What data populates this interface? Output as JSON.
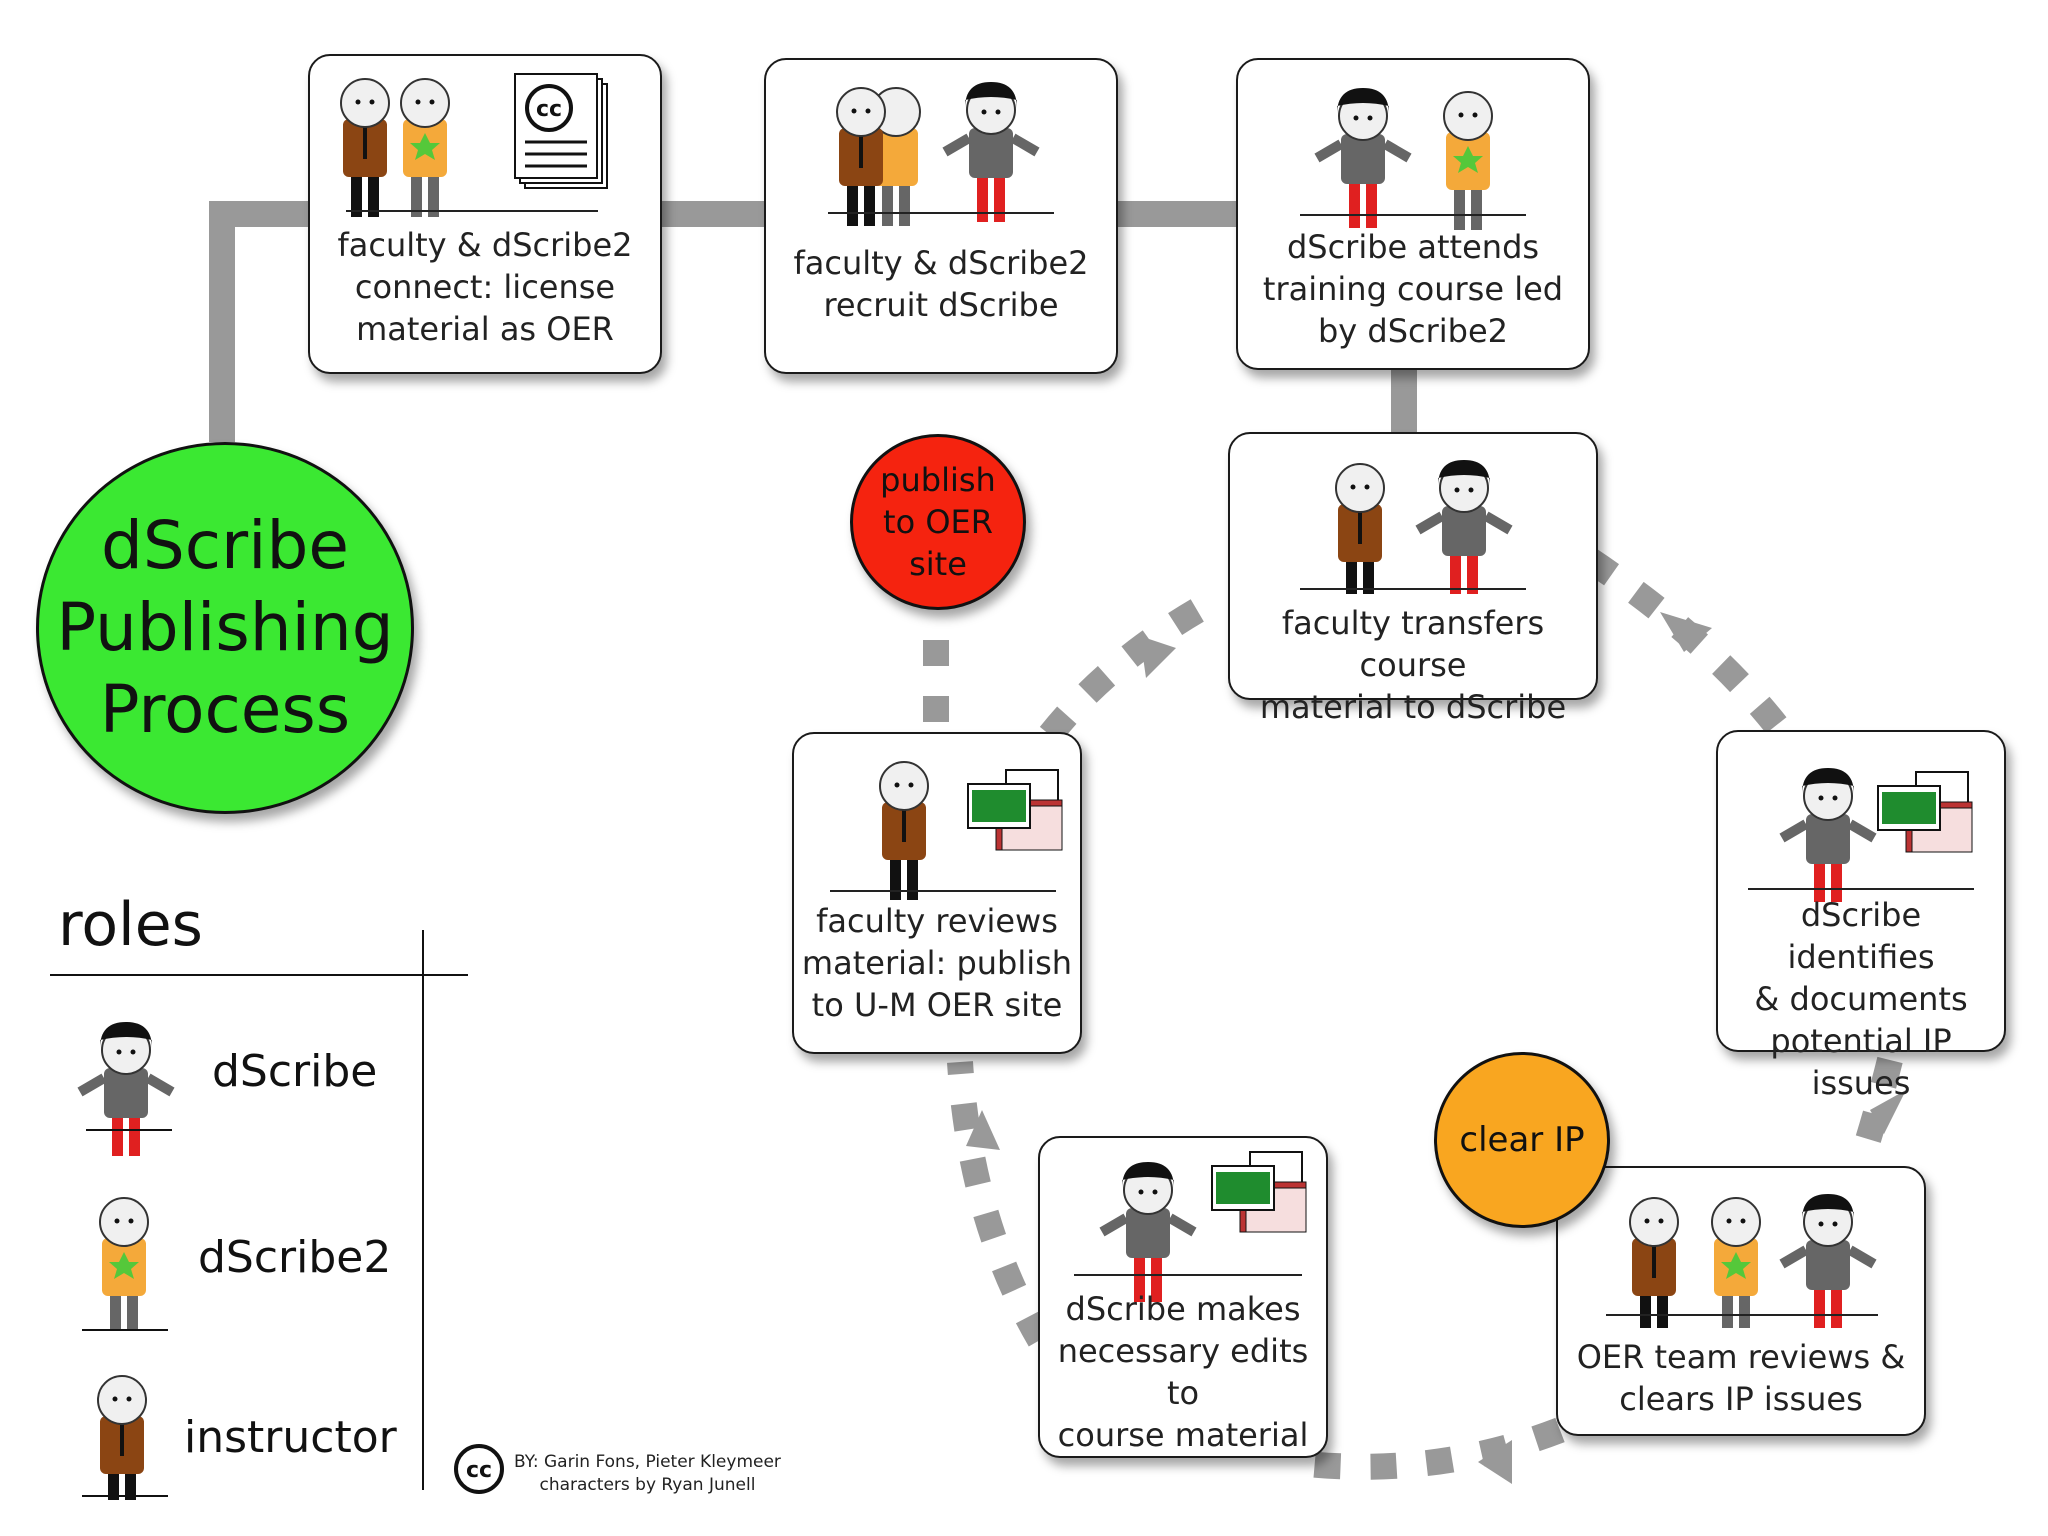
{
  "title": "dScribe\nPublishing\nProcess",
  "colors": {
    "title_bubble": "#3be832",
    "publish_bubble": "#f5230f",
    "clear_bubble": "#f9a620",
    "connector": "#999999"
  },
  "cards": {
    "connect": "faculty & dScribe2\nconnect: license\nmaterial as OER",
    "recruit": "faculty & dScribe2\nrecruit dScribe",
    "training": "dScribe attends\ntraining course led\nby dScribe2",
    "transfer": "faculty transfers course\nmaterial to dScribe",
    "identify": "dScribe identifies\n& documents\npotential IP issues",
    "review_team": "OER team reviews &\nclears IP issues",
    "edits": "dScribe makes\nnecessary edits to\ncourse material",
    "faculty_review": "faculty reviews\nmaterial: publish\nto U-M OER site"
  },
  "bubbles": {
    "publish": "publish\nto OER\nsite",
    "clear_ip": "clear IP"
  },
  "roles": {
    "title": "roles",
    "items": [
      "dScribe",
      "dScribe2",
      "instructor"
    ]
  },
  "credit": {
    "icon": "creative-commons-icon",
    "cc_text": "cc",
    "line1": "BY: Garin Fons, Pieter Kleymeer",
    "line2": "characters by Ryan Junell"
  }
}
